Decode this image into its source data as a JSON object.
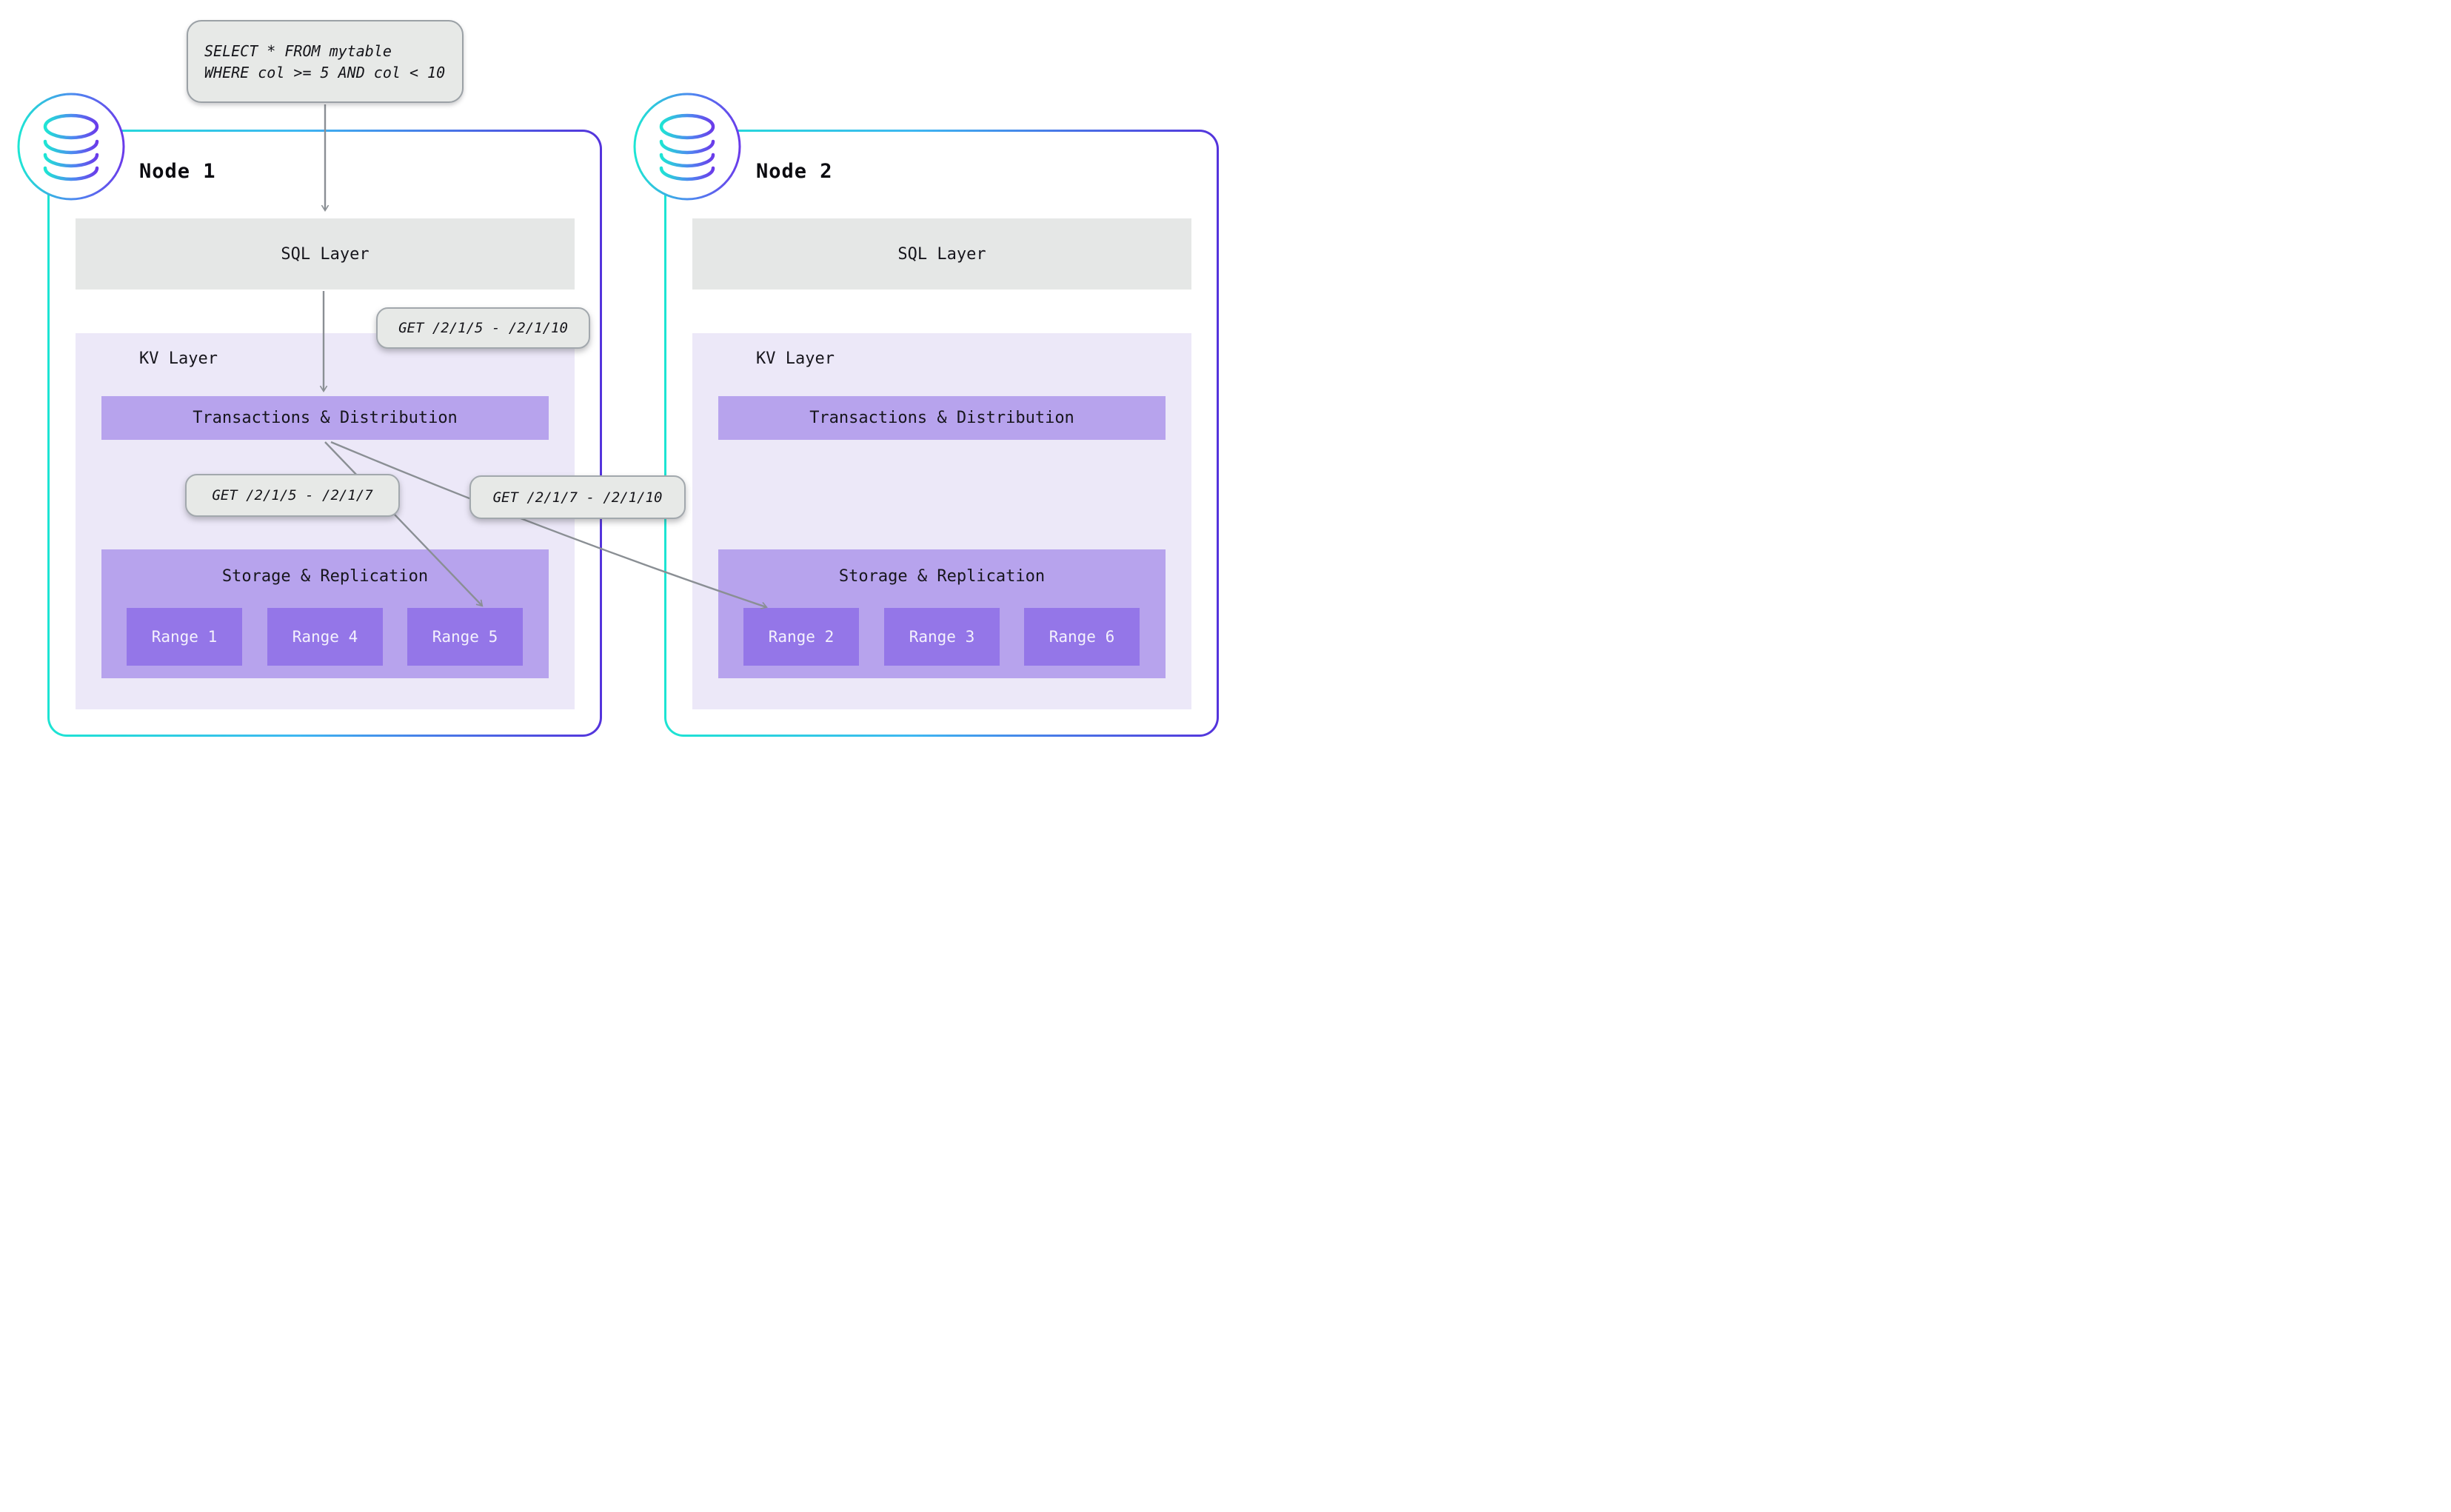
{
  "query_callout": {
    "lines": [
      "SELECT * FROM mytable",
      "WHERE col >= 5 AND col < 10"
    ]
  },
  "request_callouts": {
    "sql_to_kv": "GET /2/1/5 - /2/1/10",
    "local_range": "GET /2/1/5 - /2/1/7",
    "remote_range": "GET /2/1/7 - /2/1/10"
  },
  "nodes": [
    {
      "title": "Node 1",
      "sql_layer": "SQL Layer",
      "kv_layer": "KV Layer",
      "transactions": "Transactions & Distribution",
      "storage": "Storage & Replication",
      "ranges": [
        "Range 1",
        "Range 4",
        "Range 5"
      ]
    },
    {
      "title": "Node 2",
      "sql_layer": "SQL Layer",
      "kv_layer": "KV Layer",
      "transactions": "Transactions & Distribution",
      "storage": "Storage & Replication",
      "ranges": [
        "Range 2",
        "Range 3",
        "Range 6"
      ]
    }
  ],
  "icons": {
    "node_badge": "database-cylinder-icon"
  },
  "colors": {
    "node_border_start": "#1de4d3",
    "node_border_mid": "#3eb7f1",
    "node_border_end": "#5433dc",
    "sql_layer_bg": "#e5e7e6",
    "kv_layer_bg": "#ece8f8",
    "component_bar_bg": "#b7a3ed",
    "range_bg": "#9476e8",
    "range_text": "#f4f1fd",
    "callout_bg": "#e7e9e7",
    "callout_border": "#a2a8ad",
    "arrow": "#8a8f94",
    "text": "#17161d"
  }
}
